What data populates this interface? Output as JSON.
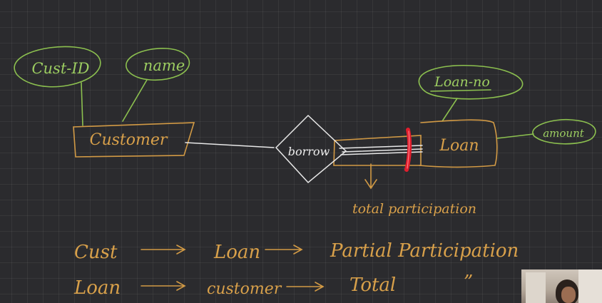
{
  "diagram": {
    "entities": {
      "customer": "Customer",
      "loan": "Loan"
    },
    "relationship": "borrow",
    "attributes": {
      "cust_id": "Cust-ID",
      "name": "name",
      "loan_no": "Loan-no",
      "amount": "amount"
    },
    "annotation": "total participation",
    "notes": {
      "row1": {
        "from": "Cust",
        "to": "Loan",
        "result": "Partial Participation"
      },
      "row2": {
        "from": "Loan",
        "to": "customer",
        "result": "Total",
        "ditto": "”"
      }
    },
    "colors": {
      "background": "#2b2b2e",
      "attribute_green": "#9ccd61",
      "entity_orange": "#d8a04a",
      "relationship_white": "#eeeeee",
      "highlight_red": "#e01e2d"
    }
  }
}
